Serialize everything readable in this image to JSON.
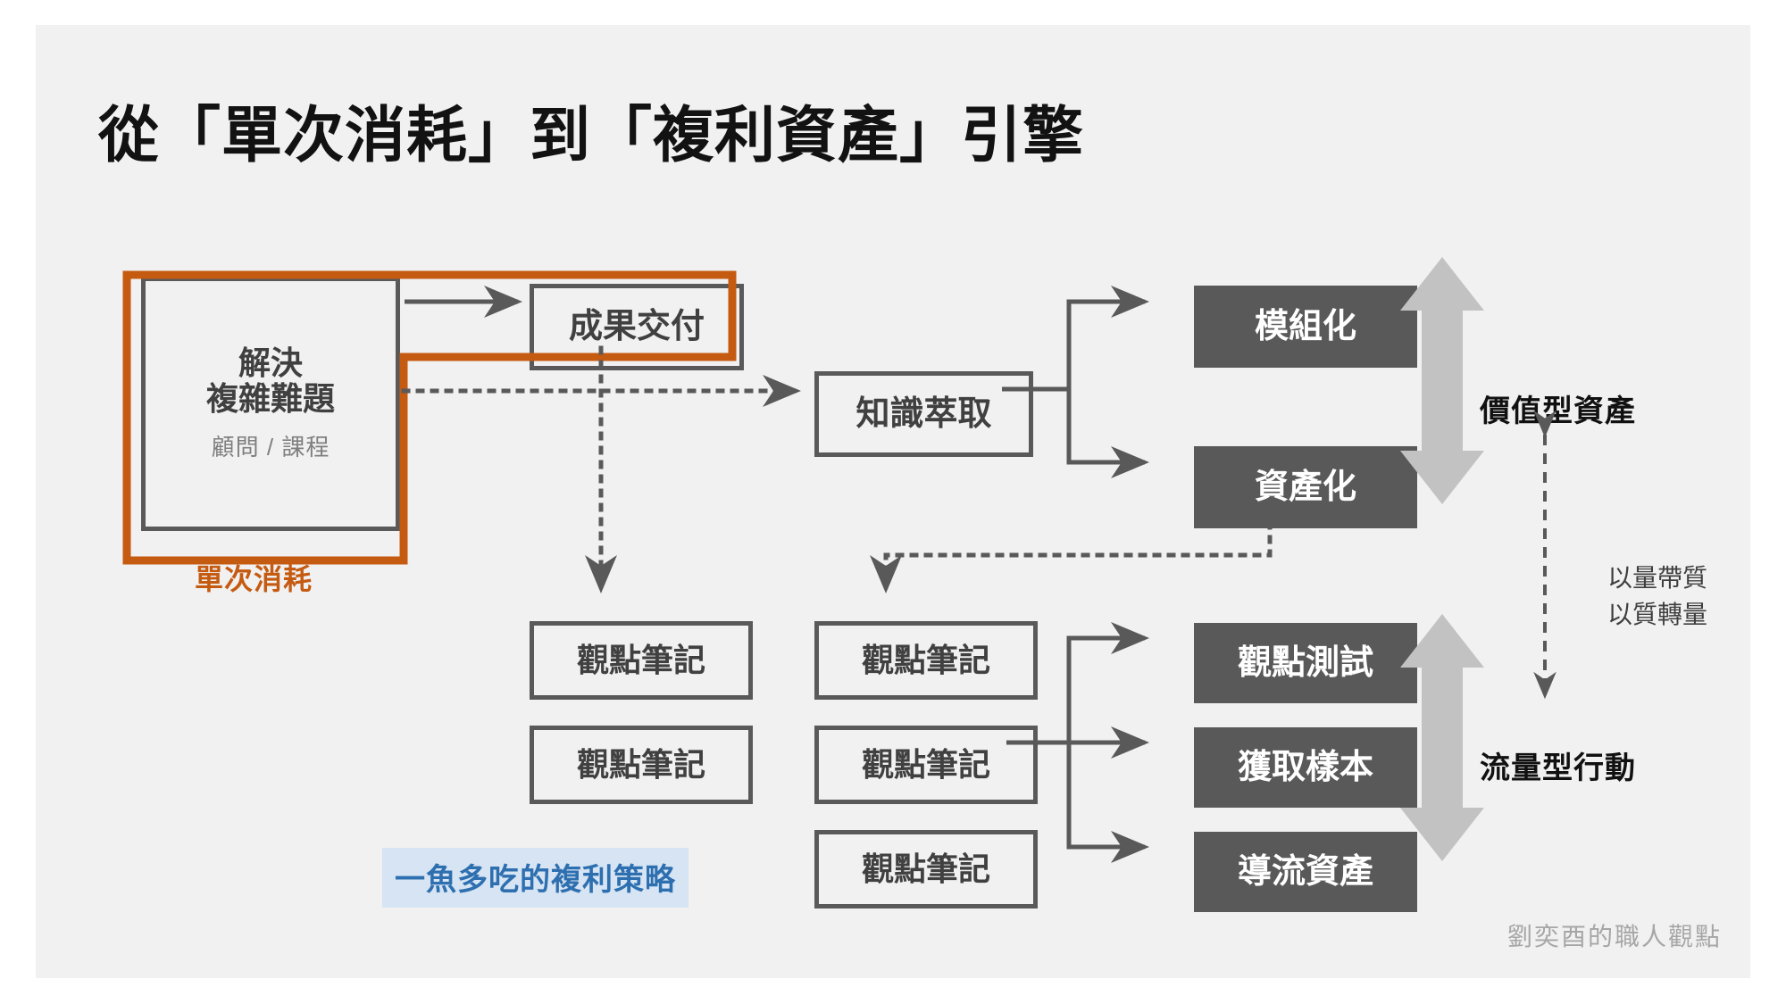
{
  "page": {
    "title": "從「單次消耗」到「複利資產」引擎",
    "signature": "劉奕酉的職人觀點",
    "background": "#f1f1f1",
    "accent_orange": "#c55a11",
    "accent_blue": "#2e6fb0",
    "dark_box": "#595959"
  },
  "stage_one": {
    "box_title_line1": "解決",
    "box_title_line2": "複雜難題",
    "box_subtitle": "顧問 / 課程",
    "frame_label": "單次消耗"
  },
  "flow": {
    "deliver": "成果交付",
    "extract": "知識萃取"
  },
  "assets": {
    "modular": "模組化",
    "assetize": "資產化"
  },
  "notes": {
    "column_two": [
      "觀點筆記",
      "觀點筆記"
    ],
    "column_three": [
      "觀點筆記",
      "觀點筆記",
      "觀點筆記"
    ],
    "strategy_label": "一魚多吃的複利策略"
  },
  "actions": {
    "test": "觀點測試",
    "sample": "獲取樣本",
    "traffic": "導流資產"
  },
  "axis": {
    "value_label": "價值型資產",
    "traffic_label": "流量型行動",
    "middle_line1": "以量帶質",
    "middle_line2": "以質轉量"
  }
}
